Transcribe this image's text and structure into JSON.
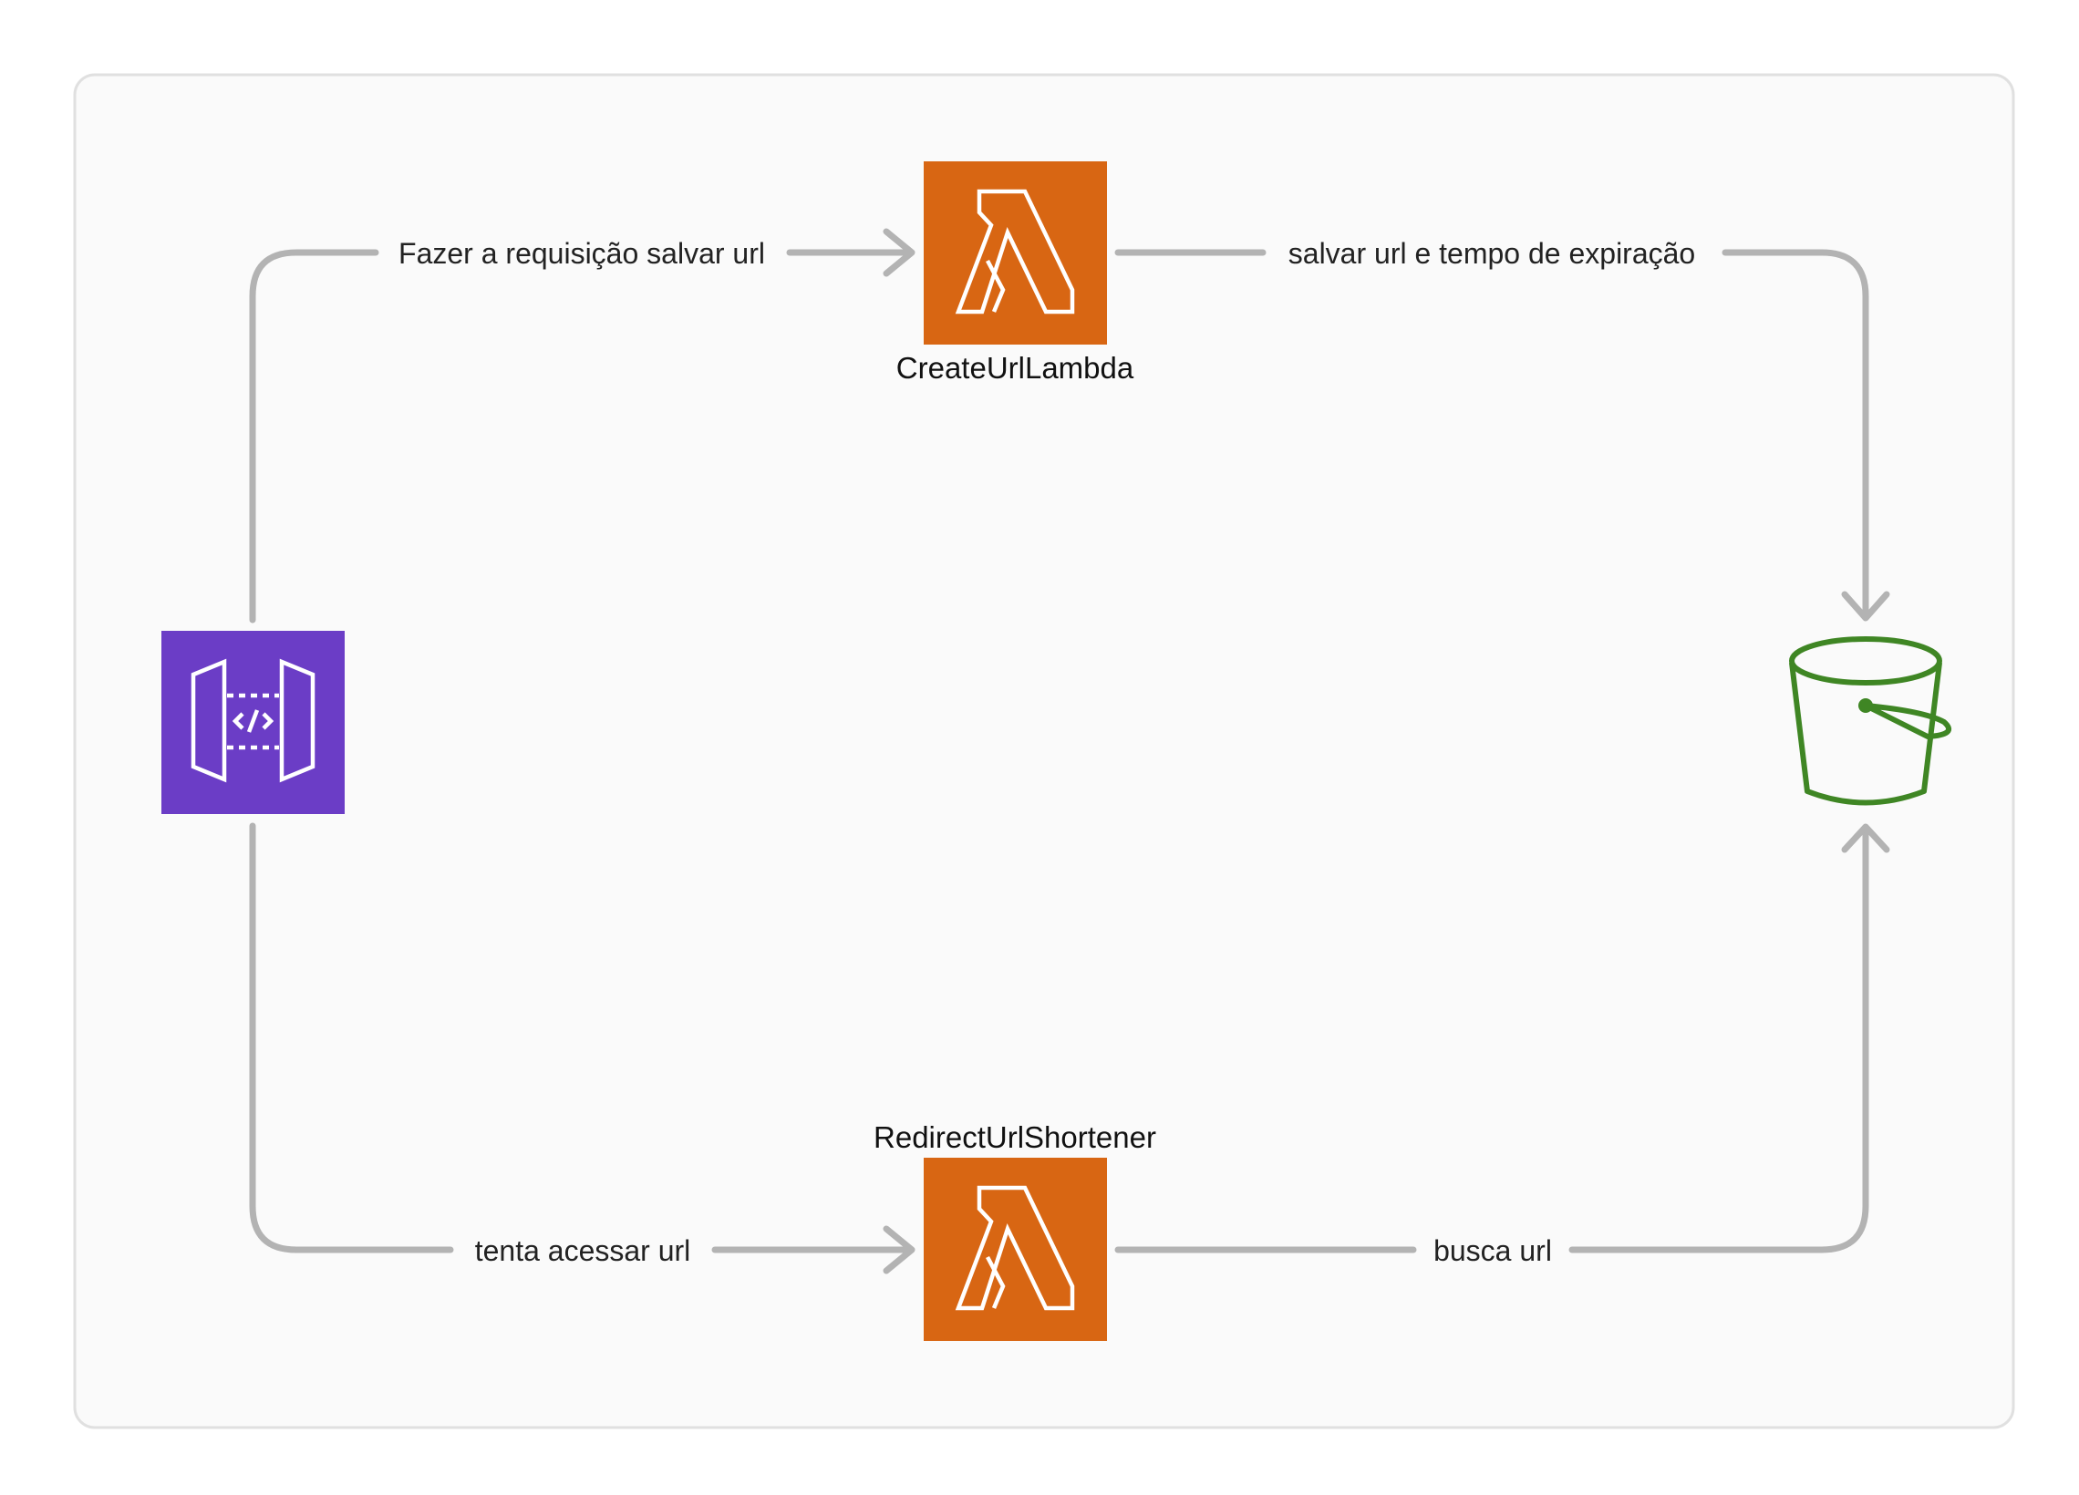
{
  "canvas": {
    "background": "#fafafa",
    "border_color": "#e0e0e0"
  },
  "colors": {
    "lambda": "#d86613",
    "api_gateway": "#6b3dc6",
    "s3": "#3f8624",
    "edge": "#b3b3b3"
  },
  "nodes": {
    "api_gateway": {
      "icon": "api-gateway-icon"
    },
    "create_lambda": {
      "label": "CreateUrlLambda",
      "icon": "lambda-icon"
    },
    "redirect_lambda": {
      "label": "RedirectUrlShortener",
      "icon": "lambda-icon"
    },
    "s3_bucket": {
      "icon": "s3-bucket-icon"
    }
  },
  "edges": {
    "api_to_create": {
      "label": "Fazer a requisição salvar url"
    },
    "create_to_s3": {
      "label": "salvar url e tempo de expiração"
    },
    "api_to_redirect": {
      "label": "tenta acessar url"
    },
    "redirect_to_s3": {
      "label": "busca url"
    }
  }
}
